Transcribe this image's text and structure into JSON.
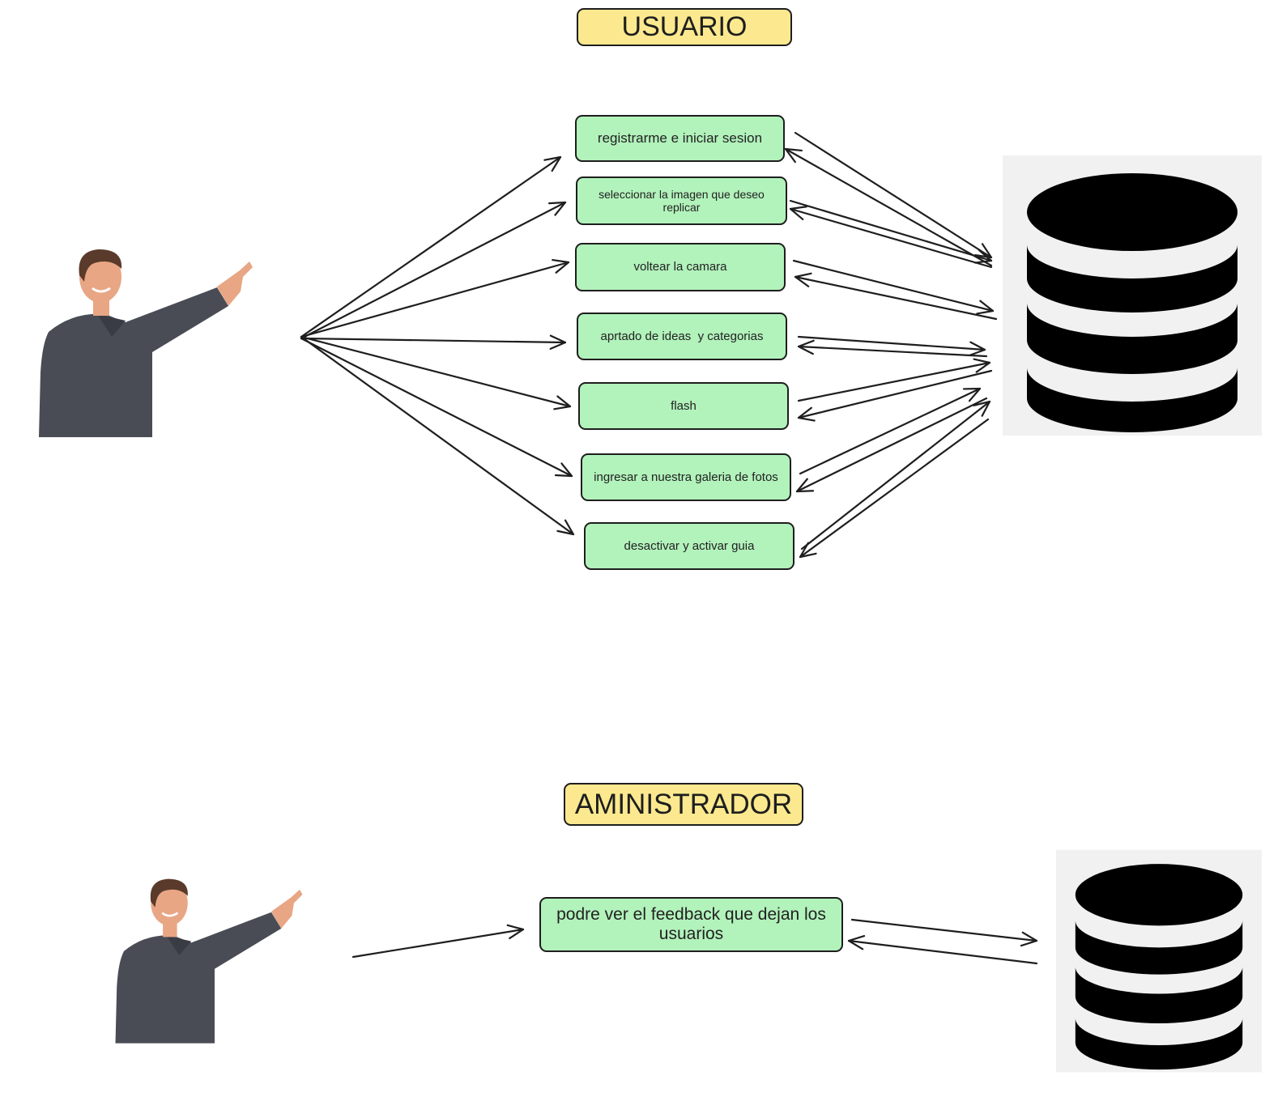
{
  "diagram": {
    "sections": [
      {
        "title": "USUARIO",
        "actor_icon": "person-pointing-icon",
        "store_icon": "database-icon",
        "use_cases": [
          "registrarme e iniciar sesion",
          "seleccionar la imagen que deseo replicar",
          "voltear la camara",
          "aprtado de ideas  y categorias",
          "flash",
          "ingresar a nuestra galeria de fotos",
          "desactivar y activar guia"
        ]
      },
      {
        "title": "AMINISTRADOR",
        "actor_icon": "person-pointing-icon",
        "store_icon": "database-icon",
        "use_cases": [
          "podre ver el feedback que dejan los usuarios"
        ]
      }
    ],
    "colors": {
      "title_fill": "#fce98f",
      "node_fill": "#b2f2bb",
      "stroke": "#1e1e1e",
      "database": "#000000",
      "shirt": "#4a4c55",
      "skin": "#e8a684",
      "hair": "#5a3a2a"
    }
  }
}
